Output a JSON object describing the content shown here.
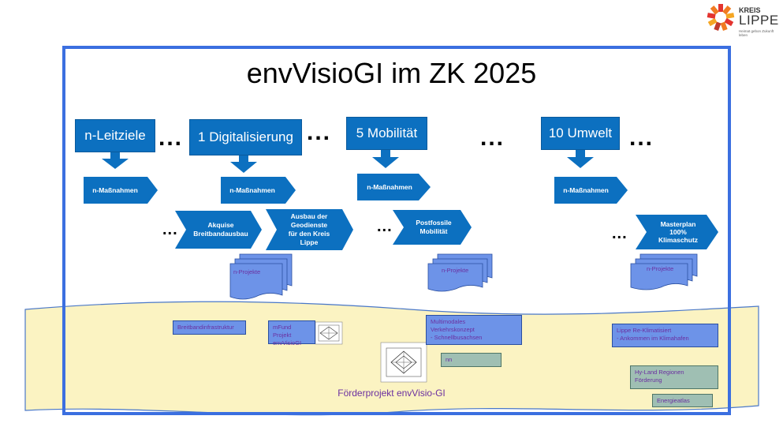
{
  "slide": {
    "title": "envVisioGI im ZK 2025"
  },
  "logo": {
    "line1": "KREIS",
    "line2": "LIPPE",
    "tagline": "Heimat gebon Zukunft leben"
  },
  "headers": [
    {
      "label": "n-Leitziele"
    },
    {
      "label": "1 Digitalisierung"
    },
    {
      "label": "5 Mobilität"
    },
    {
      "label": "10 Umwelt"
    }
  ],
  "ellipsis": "...",
  "measures": [
    "n-Maßnahmen",
    "n-Maßnahmen",
    "n-Maßnahmen",
    "n-Maßnahmen"
  ],
  "submeasures": [
    {
      "lines": [
        "Akquise",
        "Breitbandausbau"
      ]
    },
    {
      "lines": [
        "Ausbau der",
        "Geodienste",
        "für den Kreis",
        "Lippe"
      ]
    },
    {
      "lines": [
        "Postfossile",
        "Mobilität"
      ]
    },
    {
      "lines": [
        "Masterplan",
        "100%",
        "Klimaschutz"
      ]
    }
  ],
  "projects": [
    "n-Projekte",
    "n-Projekte",
    "n-Projekte"
  ],
  "banner_boxes": {
    "breitband": "Breitbandinfrastruktur",
    "mfund": [
      "mFund Projekt",
      "envVisioGI"
    ],
    "multimodal": [
      "Multimodales",
      "Verkehrskonzept",
      "- Schnellbusachsen"
    ],
    "nn": "nn",
    "lippe": [
      "Lippe Re-Klimatisiert",
      "- Ankommen im Klimahafen"
    ],
    "hyland": [
      "Hy-Land Regionen",
      "Förderung"
    ],
    "energieatlas": "Energieatlas"
  },
  "footer": {
    "label": "Förderprojekt envVisio-GI"
  },
  "colors": {
    "frame": "#3b6fe0",
    "header_blue": "#0c70c0",
    "banner": "#fbf3c2",
    "box_blue": "#6d93e8",
    "text_purple": "#6b2fa0"
  }
}
